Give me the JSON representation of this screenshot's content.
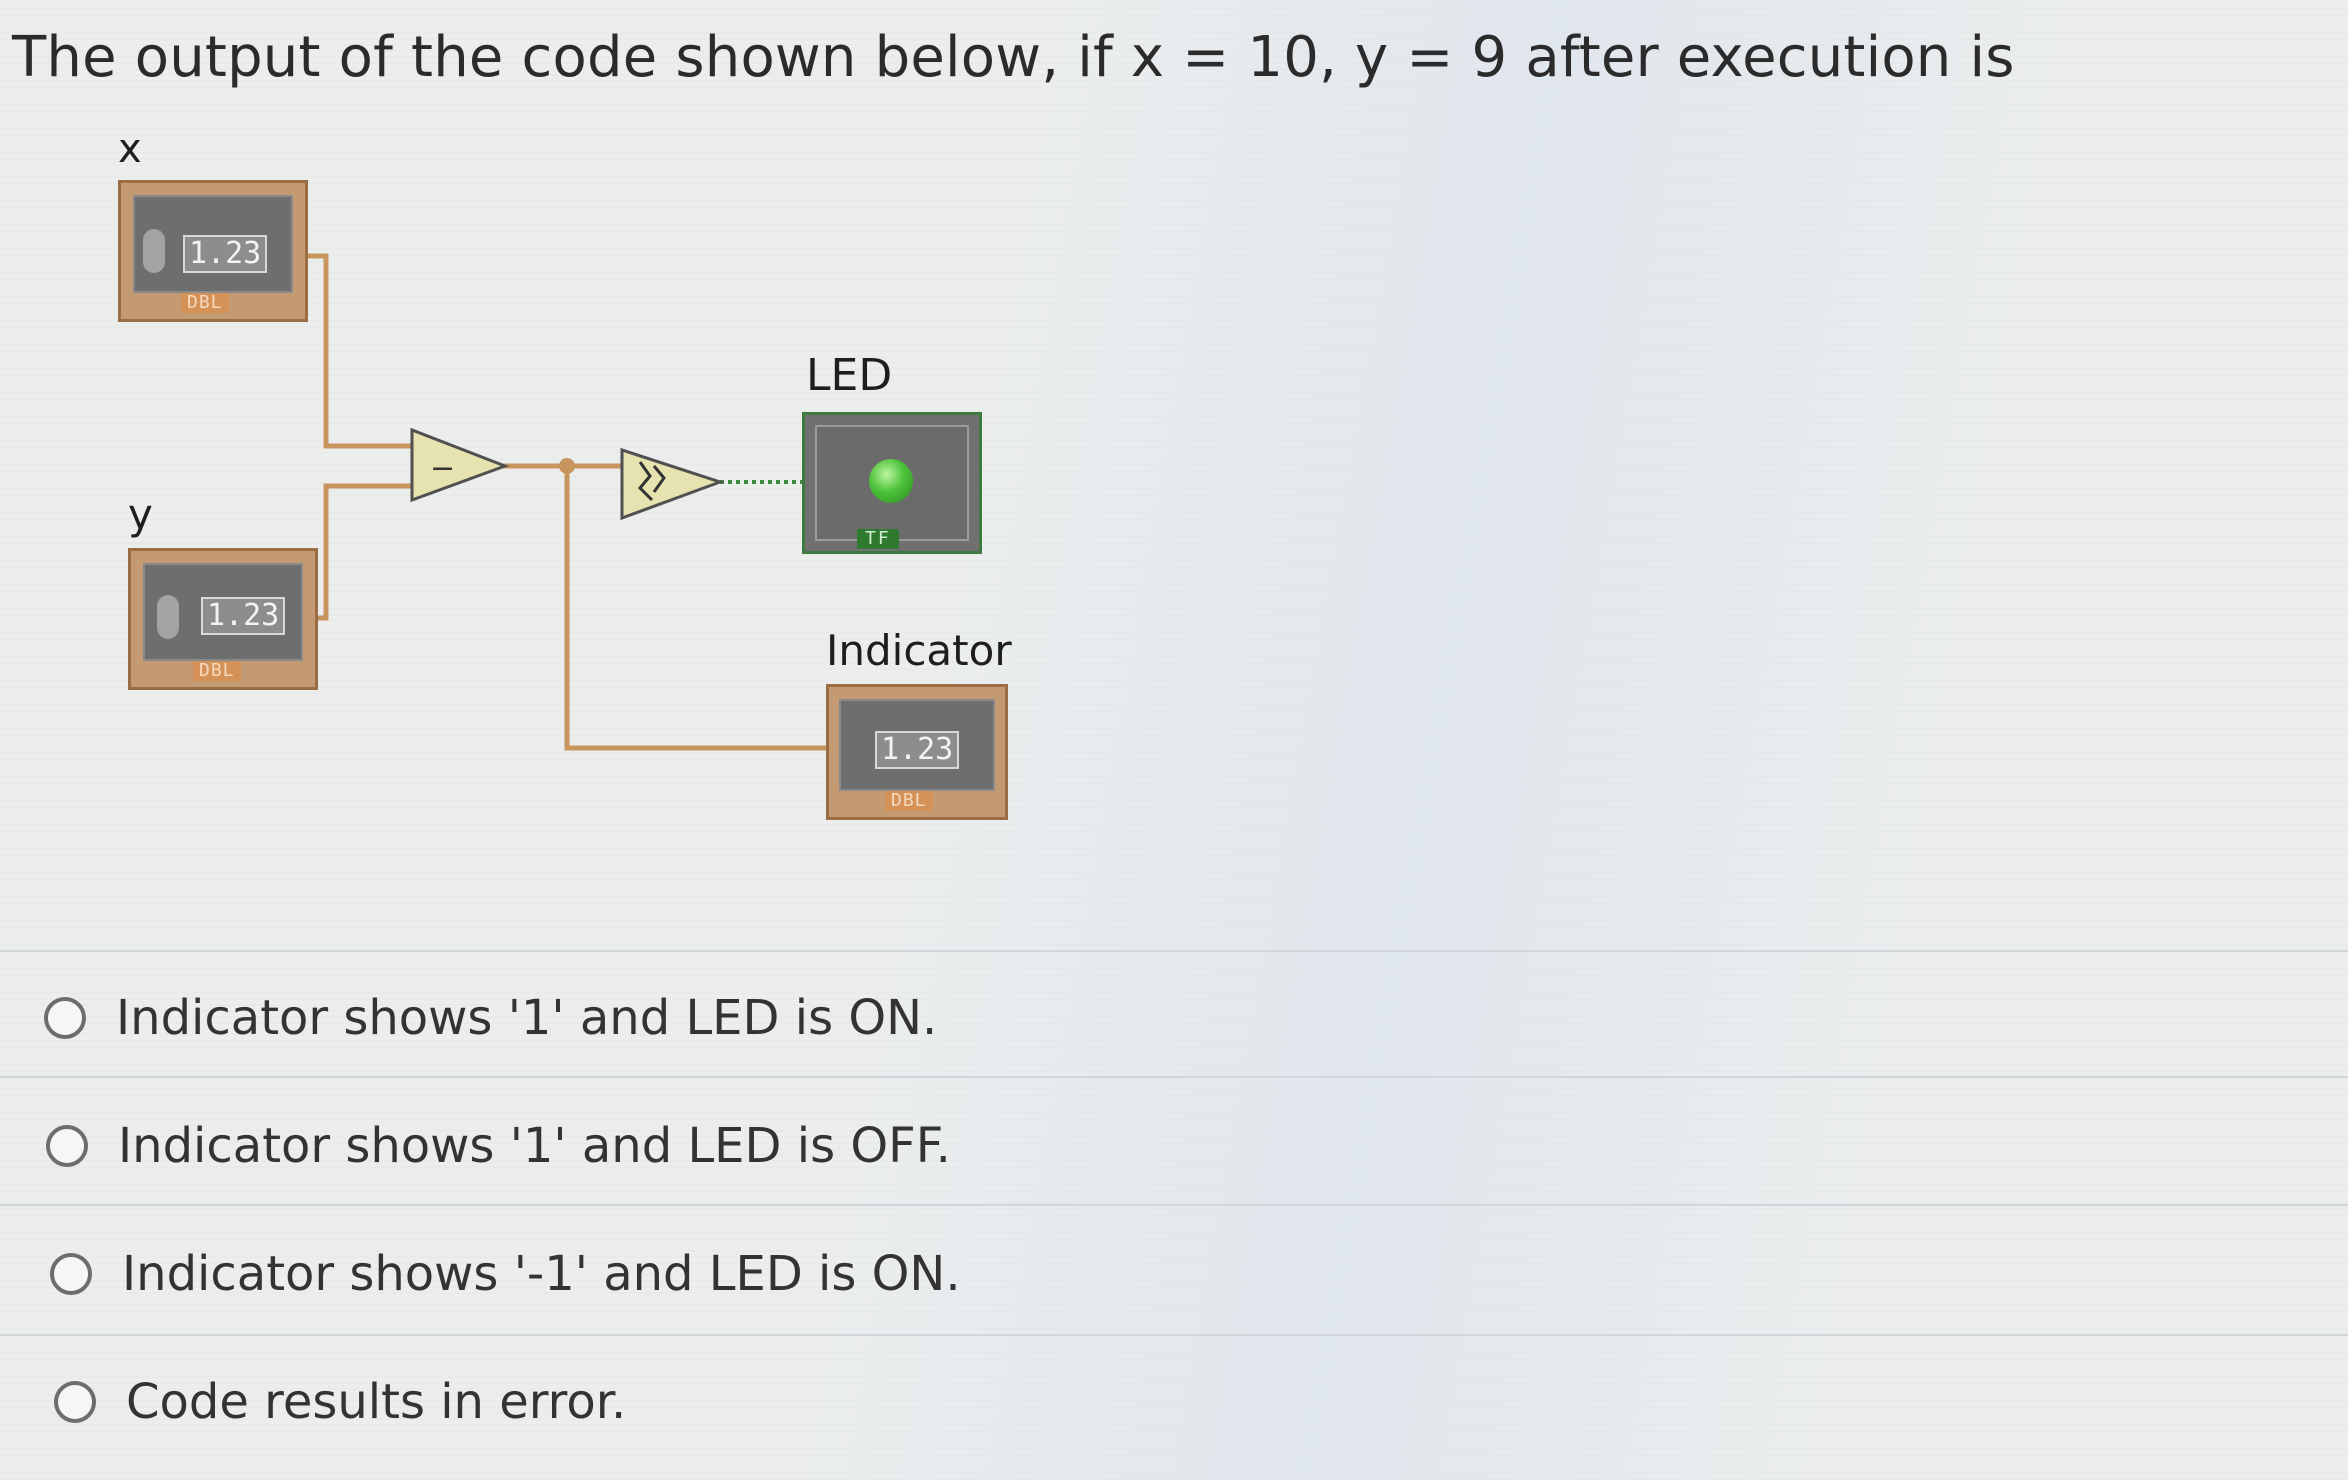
{
  "question": {
    "text": "The output of the code shown below, if x = 10, y = 9 after execution is"
  },
  "diagram": {
    "control_x": {
      "label": "x",
      "display_value": "1.23",
      "type_tag": "DBL"
    },
    "control_y": {
      "label": "y",
      "display_value": "1.23",
      "type_tag": "DBL"
    },
    "subtract_symbol": "−",
    "led": {
      "label": "LED",
      "type_tag": "TF",
      "state_color": "#4cc23a"
    },
    "indicator": {
      "label": "Indicator",
      "display_value": "1.23",
      "type_tag": "DBL"
    },
    "wire_color": "#c8955f",
    "boolean_wire_color": "#3e8a3e",
    "icons": {
      "subtract": "subtract-node-icon",
      "select": "select-node-icon"
    }
  },
  "options": [
    {
      "label": "Indicator shows '1' and LED is ON."
    },
    {
      "label": "Indicator shows '1' and LED is OFF."
    },
    {
      "label": "Indicator shows '-1' and LED is ON."
    },
    {
      "label": "Code results in error."
    }
  ]
}
